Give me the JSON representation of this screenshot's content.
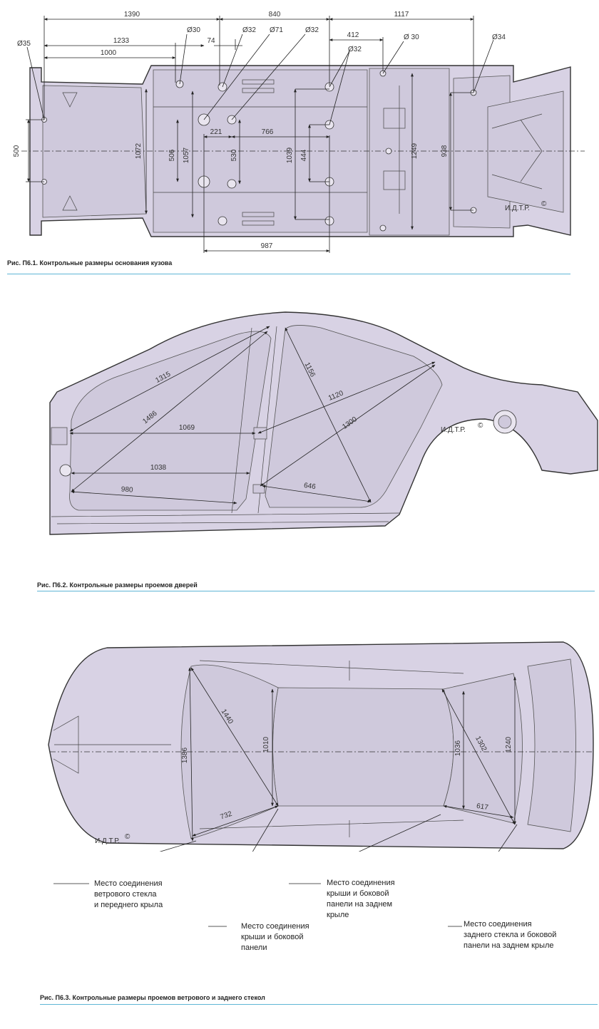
{
  "fig1": {
    "caption": "Рис. П6.1. Контрольные размеры основания кузова",
    "watermark": "И.Д.Т.Р.",
    "dims": {
      "d1390": "1390",
      "d840": "840",
      "d1117": "1117",
      "d1233": "1233",
      "d1000": "1000",
      "d74": "74",
      "d412": "412",
      "d221": "221",
      "d766": "766",
      "d987": "987",
      "d500": "500",
      "d1072": "1072",
      "d506": "506",
      "d1057": "1057",
      "d530": "530",
      "d1039": "1039",
      "d444": "444",
      "d1249": "1249",
      "d938": "938",
      "h35": "Ø35",
      "h30a": "Ø30",
      "h32a": "Ø32",
      "h71": "Ø71",
      "h32b": "Ø32",
      "h32c": "Ø32",
      "h30b": "Ø 30",
      "h34": "Ø34"
    }
  },
  "fig2": {
    "caption": "Рис. П6.2.  Контрольные размеры проемов дверей",
    "watermark": "И.Д.Т.Р.",
    "dims": {
      "d1315": "1315",
      "d1486": "1486",
      "d1069": "1069",
      "d1038": "1038",
      "d980": "980",
      "d1156": "1156",
      "d1120": "1120",
      "d1300": "1300",
      "d646": "646"
    }
  },
  "fig3": {
    "caption": "Рис. П6.3. Контрольные размеры проемов ветрового и заднего стекол",
    "watermark": "И.Д.Т.Р.",
    "dims": {
      "d1386": "1386",
      "d1440": "1440",
      "d1010": "1010",
      "d732": "732",
      "d1036": "1036",
      "d1302": "1302",
      "d1240": "1240",
      "d617": "617"
    },
    "notes": {
      "n1": [
        "Место соединения",
        "ветрового стекла",
        "и переднего крыла"
      ],
      "n2": [
        "Место соединения",
        "крыши и боковой",
        "панели"
      ],
      "n3": [
        "Место соединения",
        "крыши и боковой",
        "панели на заднем",
        "крыле"
      ],
      "n4": [
        "Место соединения",
        "заднего стекла и боковой",
        "панели на заднем крыле"
      ]
    }
  }
}
